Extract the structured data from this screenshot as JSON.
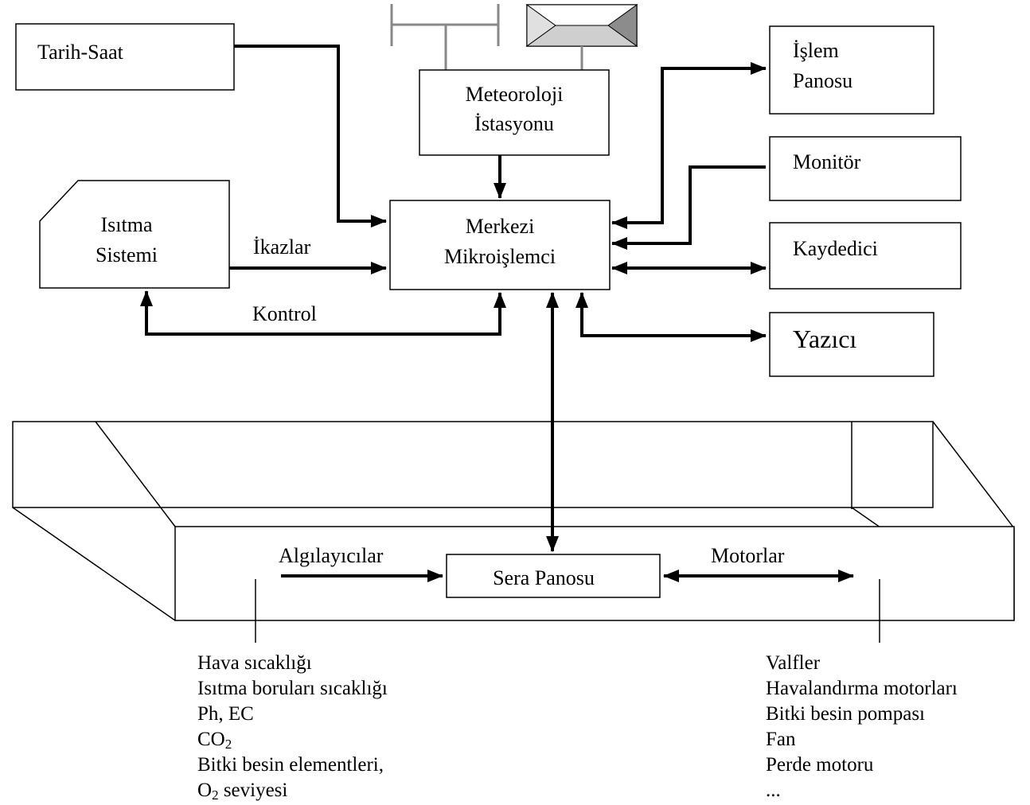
{
  "blocks": {
    "tarih_saat": "Tarih-Saat",
    "meteoroloji_1": "Meteoroloji",
    "meteoroloji_2": "İstasyonu",
    "islem_1": "İşlem",
    "islem_2": "Panosu",
    "monitor": "Monitör",
    "isitma_1": "Isıtma",
    "isitma_2": "Sistemi",
    "merkezi_1": "Merkezi",
    "merkezi_2": "Mikroişlemci",
    "kaydedici": "Kaydedici",
    "yazici": "Yazıcı",
    "sera_panosu": "Sera Panosu"
  },
  "links": {
    "ikazlar": "İkazlar",
    "kontrol": "Kontrol",
    "algilayicilar": "Algılayıcılar",
    "motorlar": "Motorlar"
  },
  "sensors": {
    "items": [
      "Hava sıcaklığı",
      "Isıtma boruları sıcaklığı",
      "Ph, EC"
    ],
    "co2_main": "CO",
    "co2_sub": "2",
    "item_nutrients": "Bitki besin elementleri,",
    "o2_main": "O",
    "o2_sub": "2",
    "o2_rest": " seviyesi"
  },
  "actuators": {
    "items": [
      "Valfler",
      "Havalandırma motorları",
      "Bitki besin pompası",
      "Fan",
      "Perde motoru",
      "..."
    ]
  }
}
